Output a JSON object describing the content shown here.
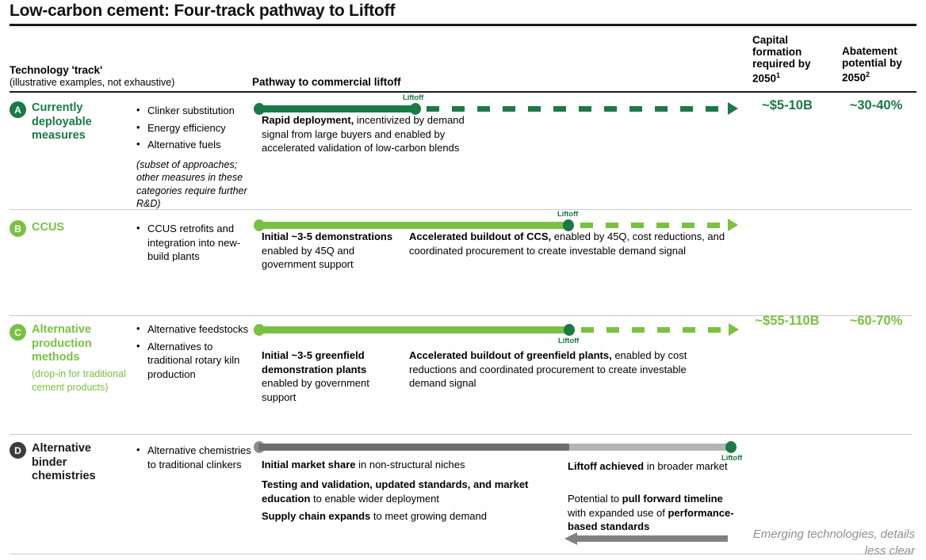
{
  "title": "Low-carbon cement: Four-track pathway to Liftoff",
  "colors": {
    "dark_green": "#1a7a45",
    "light_green": "#7ac143",
    "dark_gray": "#6e6e6e",
    "light_gray": "#b4b4b4",
    "rule_dark": "#1a1a1a",
    "rule_light": "#c9c9c9",
    "muted": "#8e8e8e"
  },
  "headers": {
    "technology_track": "Technology 'track'",
    "technology_track_sub": "(illustrative examples, not exhaustive)",
    "pathway": "Pathway to commercial liftoff",
    "capital": "Capital formation required by 2050",
    "capital_sup": "1",
    "abatement": "Abatement potential by 2050",
    "abatement_sup": "2"
  },
  "liftoff_label": "Liftoff",
  "rows": [
    {
      "badge": "A",
      "name": "Currently deployable measures",
      "note": "",
      "bullets": [
        "Clinker substitution",
        "Energy efficiency",
        "Alternative fuels"
      ],
      "bullet_note": "(subset of approaches; other measures in these categories require further R&D)",
      "desc1_bold": "Rapid deployment,",
      "desc1_rest": " incentivized by demand signal from large buyers and enabled by accelerated validation of low-carbon blends",
      "desc2_bold": "",
      "desc2_rest": "",
      "capital": "~$5-10B",
      "abatement": "~30-40%"
    },
    {
      "badge": "B",
      "name": "CCUS",
      "note": "",
      "bullets": [
        "CCUS retrofits and integration into new-build plants"
      ],
      "bullet_note": "",
      "desc1_bold": "Initial ~3-5 demonstrations",
      "desc1_rest": " enabled by 45Q and government support",
      "desc2_bold": "Accelerated buildout of CCS,",
      "desc2_rest": " enabled by 45Q, cost reductions, and coordinated procurement to create investable demand signal",
      "capital": "",
      "abatement": ""
    },
    {
      "badge": "C",
      "name": "Alternative production methods",
      "note": "(drop-in for traditional cement products)",
      "bullets": [
        "Alternative feedstocks",
        "Alternatives to traditional rotary kiln production"
      ],
      "bullet_note": "",
      "desc1_bold": "Initial ~3-5 greenfield demonstration plants",
      "desc1_rest": " enabled by government support",
      "desc2_bold": "Accelerated buildout of greenfield plants,",
      "desc2_rest": " enabled by cost reductions and coordinated procurement to create investable demand signal",
      "capital": "~$55-110B",
      "abatement": "~60-70%"
    },
    {
      "badge": "D",
      "name": "Alternative binder chemistries",
      "note": "",
      "bullets": [
        "Alternative chemistries to traditional clinkers"
      ],
      "bullet_note": "",
      "desc1_bold": "Initial market share",
      "desc1_rest": " in non-structural niches",
      "desc2_bold": "Liftoff achieved",
      "desc2_rest": " in broader market",
      "capital": "",
      "abatement": ""
    }
  ],
  "row_d_extra": {
    "left_p2_bold": "Testing and validation, updated standards, and market education",
    "left_p2_rest": " to enable wider deployment",
    "left_p3_bold": "Supply chain expands",
    "left_p3_rest": " to meet growing demand",
    "right_p2_pre": "Potential to ",
    "right_p2_bold": "pull forward timeline",
    "right_p2_mid": " with expanded use of ",
    "right_p2_bold2": "performance-based standards"
  },
  "footer_note": "Emerging technologies, details less clear"
}
